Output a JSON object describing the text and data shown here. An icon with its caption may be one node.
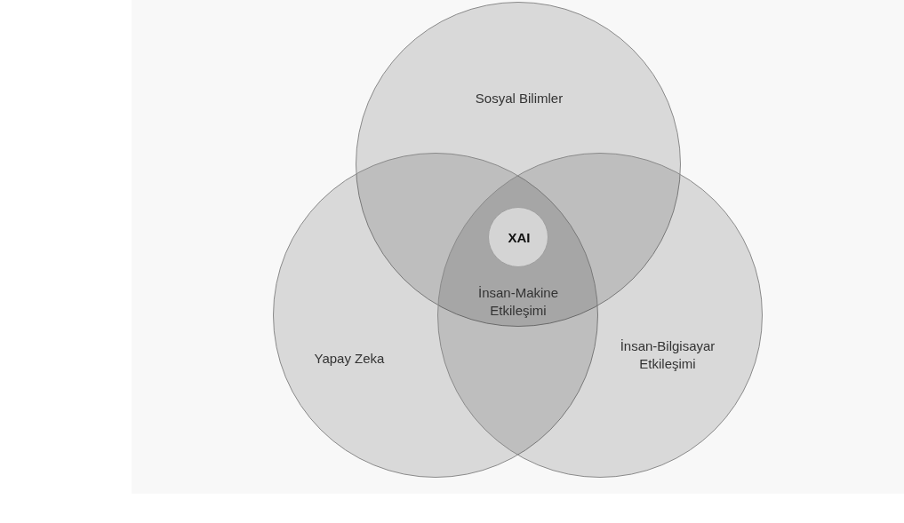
{
  "diagram": {
    "nodes": [
      {
        "text": [
          "Sosyal Bilimler"
        ]
      },
      {
        "text": [
          "Yapay Zeka"
        ]
      },
      {
        "text": [
          "İnsan-Bilgisayar Etkileşimi"
        ]
      },
      {
        "text": [
          "XAI"
        ]
      }
    ],
    "labels": [
      "İnsan-Makine Etkileşimi"
    ]
  }
}
